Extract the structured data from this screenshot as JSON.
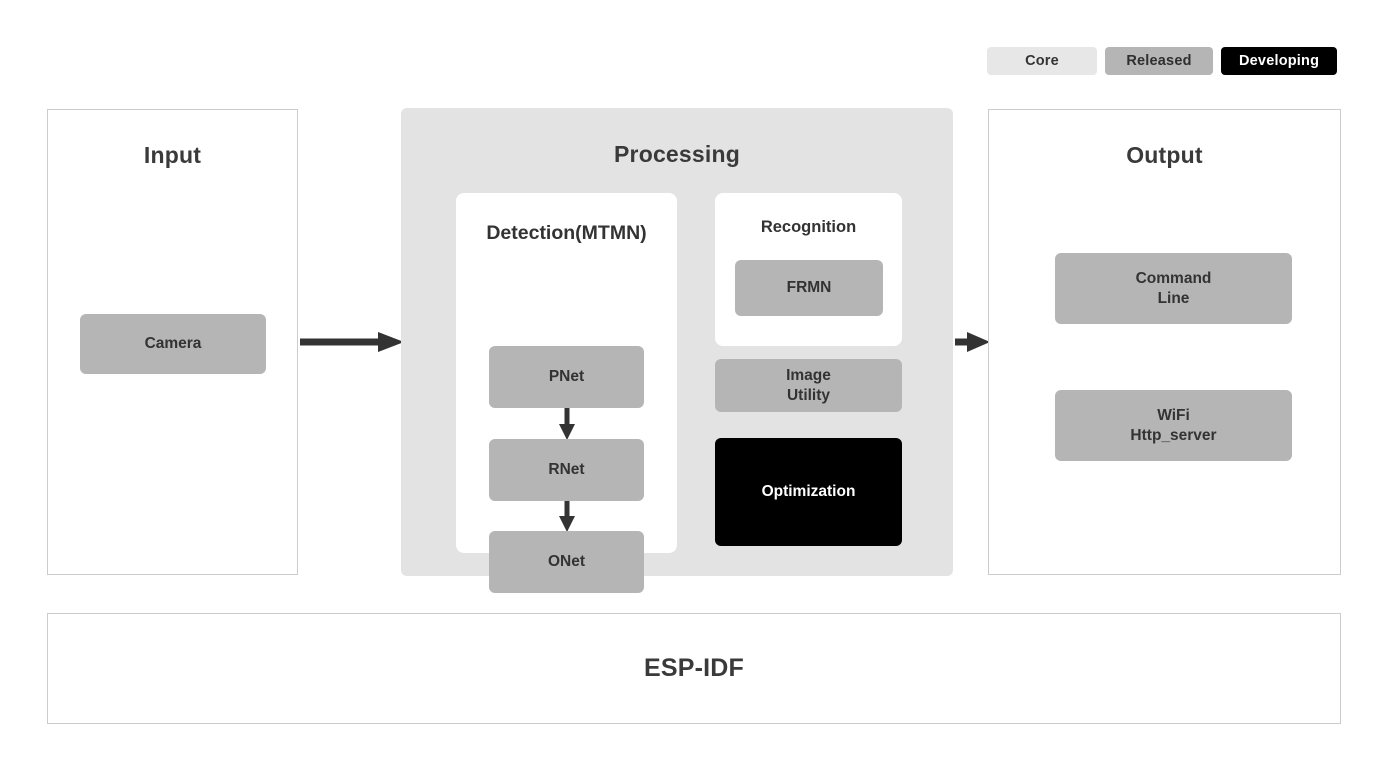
{
  "legend": {
    "items": [
      {
        "label": "Core",
        "color": "#e7e7e7",
        "text_color": "#333333"
      },
      {
        "label": "Released",
        "color": "#b5b5b5",
        "text_color": "#2f2f2f"
      },
      {
        "label": "Developing",
        "color": "#000000",
        "text_color": "#ffffff"
      }
    ]
  },
  "input": {
    "title": "Input",
    "camera": "Camera"
  },
  "processing": {
    "title": "Processing",
    "detection": {
      "title": "Detection(MTMN)",
      "stages": [
        {
          "label": "PNet"
        },
        {
          "label": "RNet"
        },
        {
          "label": "ONet"
        }
      ]
    },
    "recognition": {
      "title": "Recognition",
      "model": "FRMN"
    },
    "image_utility": {
      "line1": "Image",
      "line2": "Utility"
    },
    "optimization": {
      "label": "Optimization"
    }
  },
  "output": {
    "title": "Output",
    "command_line": {
      "line1": "Command",
      "line2": "Line"
    },
    "wifi": {
      "line1": "WiFi",
      "line2": "Http_server"
    }
  },
  "foundation": {
    "label": "ESP-IDF"
  },
  "arrows": {
    "input_to_processing": "arrow-right",
    "processing_to_output": "arrow-right",
    "pnet_to_rnet": "arrow-down",
    "rnet_to_onet": "arrow-down"
  }
}
